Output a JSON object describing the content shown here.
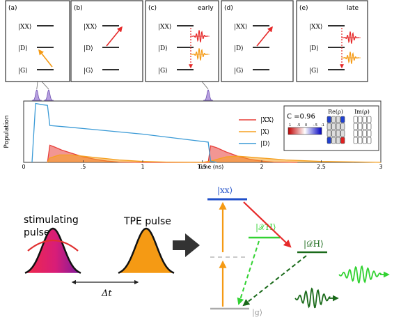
{
  "panels": [
    {
      "tag": "(a)",
      "note": "",
      "levels": [
        "|XX⟩",
        "|D⟩",
        "|G⟩"
      ]
    },
    {
      "tag": "(b)",
      "note": "",
      "levels": [
        "|XX⟩",
        "|D⟩",
        "|G⟩"
      ]
    },
    {
      "tag": "(c)",
      "note": "early",
      "levels": [
        "|XX⟩",
        "|D⟩",
        "|G⟩"
      ]
    },
    {
      "tag": "(d)",
      "note": "",
      "levels": [
        "|XX⟩",
        "|D⟩",
        "|G⟩"
      ]
    },
    {
      "tag": "(e)",
      "note": "late",
      "levels": [
        "|XX⟩",
        "|D⟩",
        "|G⟩"
      ]
    }
  ],
  "chart_data": {
    "type": "area",
    "xlabel": "Time (ns)",
    "ylabel": "Population",
    "xlim": [
      0,
      3
    ],
    "ylim": [
      0,
      1
    ],
    "xtick_labels": [
      "0",
      ".5",
      "1",
      "1.5",
      "2",
      "2.5",
      "3"
    ],
    "series": [
      {
        "name": "|XX⟩",
        "color": "#e8403a",
        "points": [
          [
            0.2,
            0
          ],
          [
            0.22,
            0.28
          ],
          [
            0.26,
            0.25
          ],
          [
            0.32,
            0.2
          ],
          [
            0.4,
            0.15
          ],
          [
            0.5,
            0.09
          ],
          [
            0.6,
            0.05
          ],
          [
            0.7,
            0.02
          ],
          [
            0.8,
            0.005
          ],
          [
            1.0,
            0
          ],
          [
            1.55,
            0
          ],
          [
            1.57,
            0.27
          ],
          [
            1.62,
            0.24
          ],
          [
            1.7,
            0.17
          ],
          [
            1.8,
            0.1
          ],
          [
            1.9,
            0.05
          ],
          [
            2.0,
            0.02
          ],
          [
            2.1,
            0.005
          ],
          [
            2.3,
            0
          ]
        ]
      },
      {
        "name": "|X⟩",
        "color": "#f5a020",
        "points": [
          [
            0.2,
            0
          ],
          [
            0.22,
            0.07
          ],
          [
            0.3,
            0.12
          ],
          [
            0.4,
            0.12
          ],
          [
            0.5,
            0.1
          ],
          [
            0.6,
            0.08
          ],
          [
            0.8,
            0.04
          ],
          [
            1.0,
            0.015
          ],
          [
            1.2,
            0.005
          ],
          [
            1.5,
            0
          ],
          [
            1.57,
            0.02
          ],
          [
            1.7,
            0.09
          ],
          [
            1.8,
            0.1
          ],
          [
            2.0,
            0.07
          ],
          [
            2.2,
            0.04
          ],
          [
            2.5,
            0.015
          ],
          [
            3.0,
            0
          ]
        ]
      },
      {
        "name": "|D⟩",
        "color": "#3a9ad6",
        "points": [
          [
            0.07,
            0
          ],
          [
            0.1,
            0.96
          ],
          [
            0.16,
            0.94
          ],
          [
            0.2,
            0.93
          ],
          [
            0.22,
            0.6
          ],
          [
            0.4,
            0.57
          ],
          [
            1.0,
            0.46
          ],
          [
            1.55,
            0.33
          ],
          [
            1.57,
            0.02
          ],
          [
            1.62,
            0
          ]
        ]
      }
    ],
    "pulse_positions": [
      0.11,
      0.21,
      1.55
    ],
    "concurrence": "C =0.96",
    "matrix_titles": [
      "Re(ρ)",
      "Im(ρ)"
    ],
    "colorbar_labels": [
      "1",
      ".5",
      "0",
      "-.5",
      "-1"
    ]
  },
  "scheme": {
    "stim_label_1": "stimulating",
    "stim_label_2": "pulse",
    "tpe_label": "TPE pulse",
    "delay_label": "Δt",
    "level_xx": "|xx⟩",
    "level_xh": "|𝒳H⟩",
    "level_dh": "|𝒟H⟩",
    "level_g": "|g⟩",
    "colors": {
      "orange": "#f59a14",
      "red": "#e62a2a",
      "green_light": "#32d232",
      "green_dark": "#1a6a1a",
      "blue": "#1f4fc9",
      "pink": "#d81d78",
      "purple": "#7b1c9e"
    }
  }
}
